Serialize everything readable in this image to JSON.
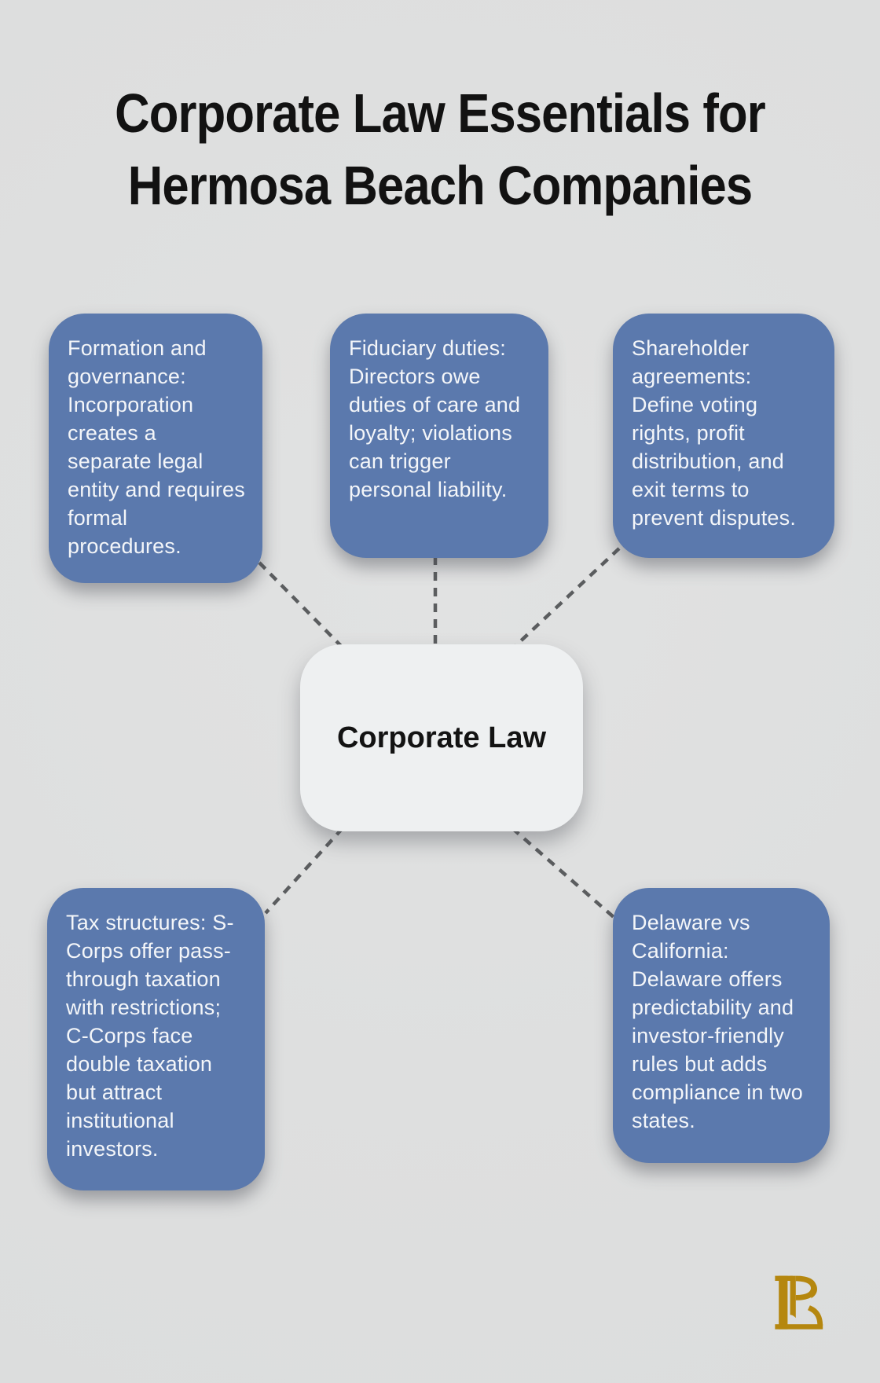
{
  "title": {
    "line1": "Corporate Law Essentials for",
    "line2": "Hermosa Beach Companies"
  },
  "center_node": {
    "label": "Corporate Law"
  },
  "nodes": [
    {
      "id": "formation-governance",
      "text": "Formation and governance: Incorporation creates a separate legal entity and requires formal procedures."
    },
    {
      "id": "fiduciary-duties",
      "text": "Fiduciary duties: Directors owe duties of care and loyalty; violations can trigger personal liability."
    },
    {
      "id": "shareholder-agreements",
      "text": "Shareholder agreements: Define voting rights, profit distribution, and exit terms to prevent disputes."
    },
    {
      "id": "tax-structures",
      "text": "Tax structures: S-Corps offer pass-through taxation with restrictions; C-Corps face double taxation but attract institutional investors."
    },
    {
      "id": "delaware-vs-california",
      "text": "Delaware vs California: Delaware offers predictability and investor-friendly rules but adds compliance in two states."
    }
  ],
  "logo": {
    "icon": "lp-monogram",
    "color": "#b5870f"
  },
  "colors": {
    "background": "#dfe0e0",
    "node_fill": "#5b79ad",
    "node_text": "#f4f6f9",
    "center_fill": "#eef0f1",
    "center_text": "#131313",
    "connector": "#5b5d5f",
    "title_text": "#121212"
  }
}
